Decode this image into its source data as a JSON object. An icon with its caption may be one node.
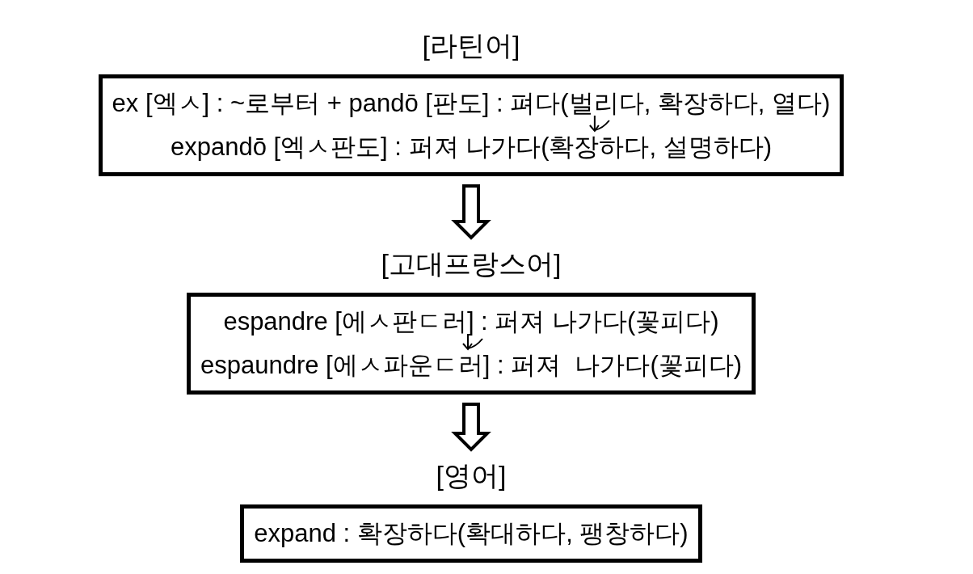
{
  "diagram": {
    "nodes": [
      {
        "text": [
          "[라틴어]",
          "ex [엑ㅅ] : ~로부터 + pandō [판도] : 펴다(벌리다, 확장하다, 열다)",
          "expandō [엑ㅅ판도] : 퍼져 나가다(확장하다, 설명하다)"
        ]
      },
      {
        "text": [
          "[고대프랑스어]",
          "espandre [에ㅅ판ㄷ러] : 퍼져 나가다(꽃피다)",
          "espaundre [에ㅅ파운ㄷ러] : 퍼져  나가다(꽃피다)"
        ]
      },
      {
        "text": [
          "[영어]",
          "expand : 확장하다(확대하다, 팽창하다)"
        ]
      }
    ],
    "edges": [
      {
        "from": 0,
        "to": 1,
        "arrow": "to"
      },
      {
        "from": 1,
        "to": 2,
        "arrow": "to"
      }
    ]
  }
}
